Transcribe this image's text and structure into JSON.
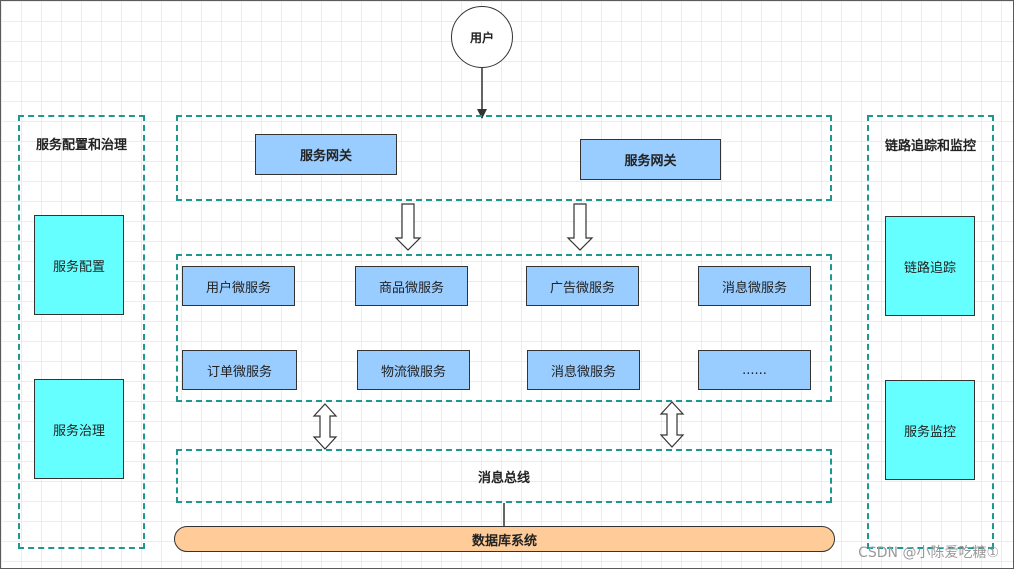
{
  "user": {
    "label": "用户"
  },
  "left_panel": {
    "title": "服务配置和治理",
    "items": [
      "服务配置",
      "服务治理"
    ]
  },
  "right_panel": {
    "title": "链路追踪和监控",
    "items": [
      "链路追踪",
      "服务监控"
    ]
  },
  "gateway_layer": {
    "gateways": [
      "服务网关",
      "服务网关"
    ]
  },
  "service_layer": {
    "services": [
      "用户微服务",
      "商品微服务",
      "广告微服务",
      "消息微服务",
      "订单微服务",
      "物流微服务",
      "消息微服务",
      "......"
    ]
  },
  "message_bus": {
    "label": "消息总线"
  },
  "database": {
    "label": "数据库系统"
  },
  "watermark": "CSDN @小陈爱吃糖①",
  "colors": {
    "dashed_border": "#1f968f",
    "service_fill": "#99ccff",
    "panel_item_fill": "#66ffff",
    "database_fill": "#ffcc99"
  }
}
